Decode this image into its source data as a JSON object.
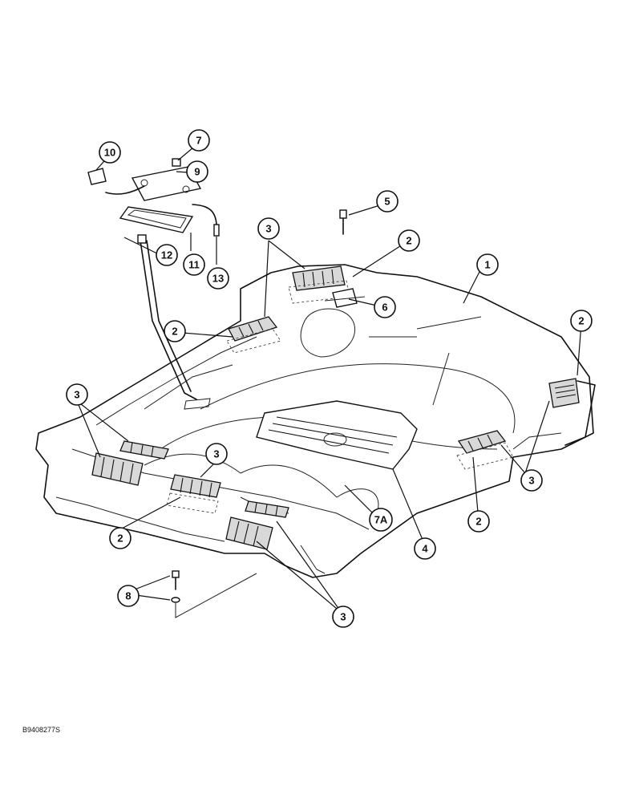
{
  "callouts": {
    "c1": "1",
    "c2a": "2",
    "c2b": "2",
    "c2c": "2",
    "c2d": "2",
    "c2e": "2",
    "c3a": "3",
    "c3b": "3",
    "c3c": "3",
    "c3d": "3",
    "c3e": "3",
    "c4": "4",
    "c5": "5",
    "c6": "6",
    "c7": "7",
    "c7a": "7A",
    "c8": "8",
    "c9": "9",
    "c10": "10",
    "c11": "11",
    "c12": "12",
    "c13": "13"
  },
  "figure_ref": "B9408277S"
}
